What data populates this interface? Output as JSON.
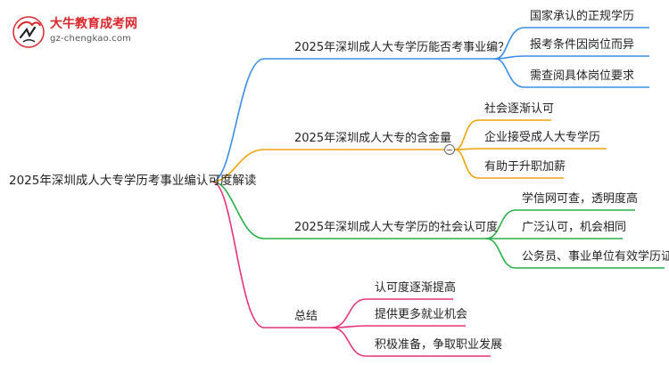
{
  "logo": {
    "title": "大牛教育成考网",
    "url": "gz-chengkao.com"
  },
  "colors": {
    "branch1": "#3a8ee6",
    "branch2": "#f0a30a",
    "branch3": "#27b04a",
    "branch4": "#e8317a",
    "logo_red": "#d9262a"
  },
  "root": {
    "label": "2025年深圳成人大专学历考事业编认可度解读"
  },
  "branches": [
    {
      "label": "2025年深圳成人大专学历能否考事业编？",
      "children": [
        "国家承认的正规学历",
        "报考条件因岗位而异",
        "需查阅具体岗位要求"
      ]
    },
    {
      "label": "2025年深圳成人大专的含金量",
      "children": [
        "社会逐渐认可",
        "企业接受成人大专学历",
        "有助于升职加薪"
      ]
    },
    {
      "label": "2025年深圳成人大专学历的社会认可度",
      "children": [
        "学信网可查，透明度高",
        "广泛认可，机会相同",
        "公务员、事业单位有效学历证明"
      ]
    },
    {
      "label": "总结",
      "children": [
        "认可度逐渐提高",
        "提供更多就业机会",
        "积极准备，争取职业发展"
      ]
    }
  ]
}
